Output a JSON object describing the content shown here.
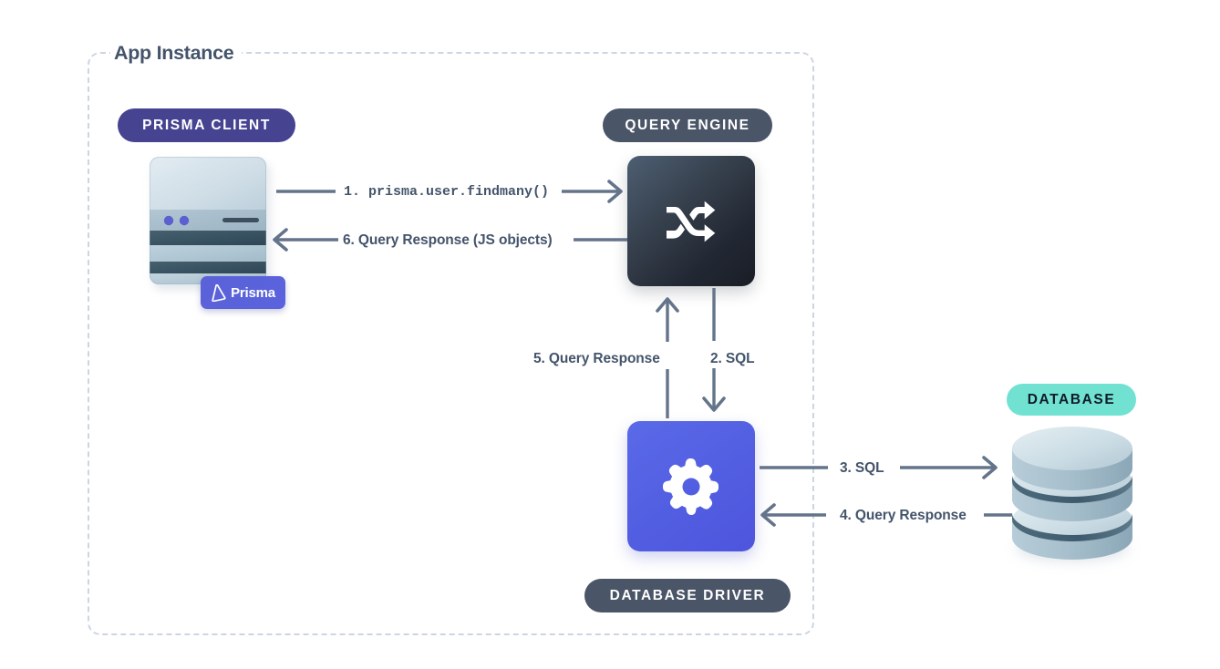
{
  "diagram": {
    "title": "App Instance",
    "type": "architecture-flow",
    "background_color": "#ffffff",
    "container": {
      "label": "App Instance",
      "border_style": "dashed",
      "border_color": "#ccd6e2"
    },
    "nodes": [
      {
        "id": "prisma-client",
        "badge": "PRISMA CLIENT",
        "badge_color": "#464391",
        "badge_text_color": "#ffffff",
        "icon": "server-stack-icon",
        "chip_label": "Prisma",
        "chip_color": "#5b62d8"
      },
      {
        "id": "query-engine",
        "badge": "QUERY ENGINE",
        "badge_color": "#4a5568",
        "badge_text_color": "#ffffff",
        "icon": "shuffle-icon",
        "box_color": "#222833"
      },
      {
        "id": "database-driver",
        "badge": "DATABASE DRIVER",
        "badge_color": "#4a5568",
        "badge_text_color": "#ffffff",
        "icon": "gear-icon",
        "box_color": "#5360e2"
      },
      {
        "id": "database",
        "badge": "DATABASE",
        "badge_color": "#71e2d2",
        "badge_text_color": "#101a28",
        "icon": "database-cylinder-icon"
      }
    ],
    "flows": [
      {
        "step": "1",
        "label": "1. prisma.user.findmany()",
        "font": "mono",
        "from": "prisma-client",
        "to": "query-engine",
        "direction": "right"
      },
      {
        "step": "6",
        "label": "6. Query Response (JS objects)",
        "font": "sans",
        "from": "query-engine",
        "to": "prisma-client",
        "direction": "left"
      },
      {
        "step": "2",
        "label": "2. SQL",
        "font": "sans",
        "from": "query-engine",
        "to": "database-driver",
        "direction": "down"
      },
      {
        "step": "5",
        "label": "5. Query Response",
        "font": "sans",
        "from": "database-driver",
        "to": "query-engine",
        "direction": "up"
      },
      {
        "step": "3",
        "label": "3. SQL",
        "font": "sans",
        "from": "database-driver",
        "to": "database",
        "direction": "right"
      },
      {
        "step": "4",
        "label": "4. Query Response",
        "font": "sans",
        "from": "database",
        "to": "database-driver",
        "direction": "left"
      }
    ],
    "arrow_color": "#64748b"
  }
}
